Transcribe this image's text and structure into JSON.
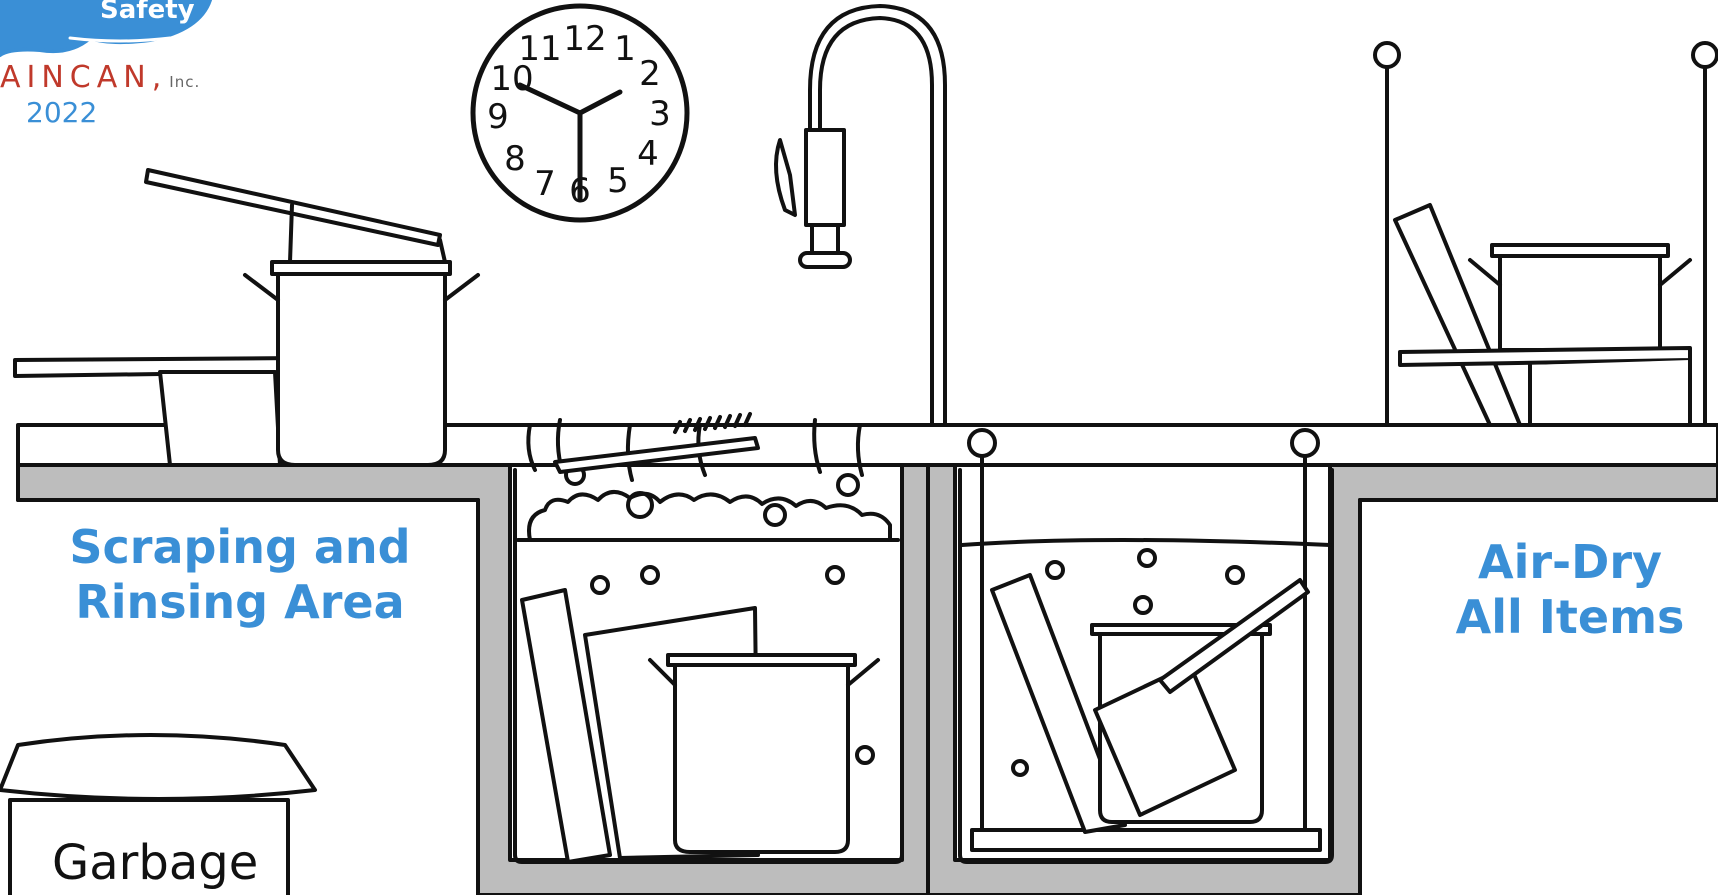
{
  "logo": {
    "banner_text": "Safety",
    "company": "AINCAN",
    "company_suffix": "Inc.",
    "year": "2022"
  },
  "labels": {
    "scraping_line1": "Scraping and",
    "scraping_line2": "Rinsing Area",
    "airdry_line1": "Air-Dry",
    "airdry_line2": "All Items",
    "garbage": "Garbage"
  },
  "clock_numbers": [
    "12",
    "1",
    "2",
    "3",
    "4",
    "5",
    "6",
    "7",
    "8",
    "9",
    "10",
    "11"
  ],
  "colors": {
    "label_blue": "#3a8fd6",
    "logo_red": "#c0392b",
    "counter_gray": "#bdbdbd",
    "line": "#111111"
  }
}
